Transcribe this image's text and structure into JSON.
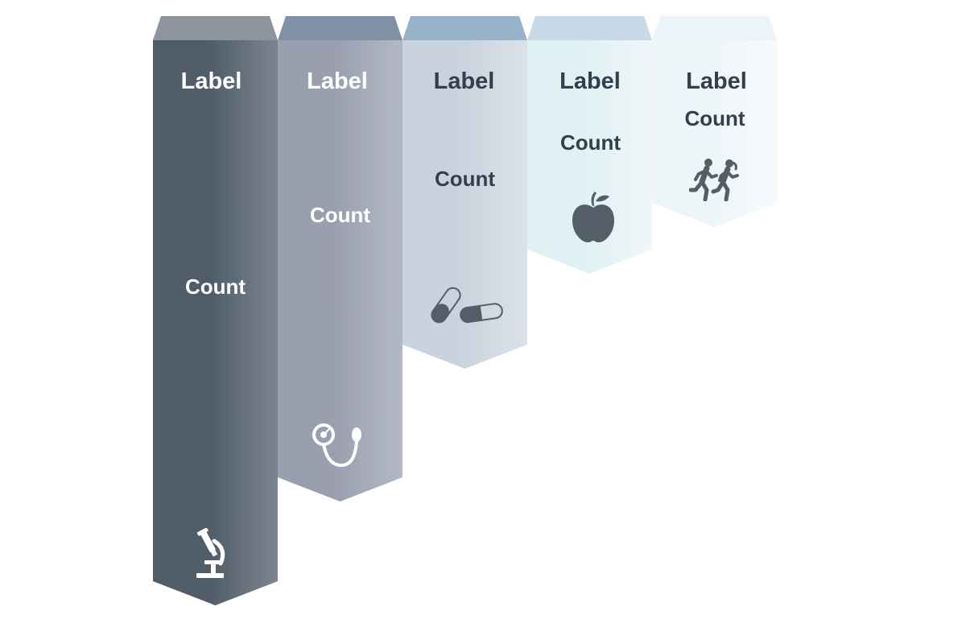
{
  "banners": [
    {
      "label": "Label",
      "count": "Count",
      "icon": "microscope-icon",
      "text_color": "#ffffff",
      "icon_color": "#ffffff"
    },
    {
      "label": "Label",
      "count": "Count",
      "icon": "stethoscope-icon",
      "text_color": "#ffffff",
      "icon_color": "#ffffff"
    },
    {
      "label": "Label",
      "count": "Count",
      "icon": "pills-icon",
      "text_color": "#333e4e",
      "icon_color": "#535e69"
    },
    {
      "label": "Label",
      "count": "Count",
      "icon": "apple-icon",
      "text_color": "#333e4e",
      "icon_color": "#535e69"
    },
    {
      "label": "Label",
      "count": "Count",
      "icon": "runners-icon",
      "text_color": "#333e4e",
      "icon_color": "#535e69"
    }
  ],
  "colors": {
    "banner_1": {
      "light": "#7b858f",
      "dark": "#505c67",
      "top": "#8d949c"
    },
    "banner_2": {
      "light": "#b3b8c5",
      "dark": "#9a9fb0",
      "top": "#7e91a6"
    },
    "banner_3": {
      "light": "#dbe1e8",
      "dark": "#c9d3dd",
      "top": "#98b3c9"
    },
    "banner_4": {
      "light": "#f0f6fa",
      "dark": "#e0f1f3",
      "top": "#c6d9e9"
    },
    "banner_5": {
      "light": "#f6fafd",
      "dark": "#edf5f8",
      "top": "#ebf5f9"
    }
  }
}
